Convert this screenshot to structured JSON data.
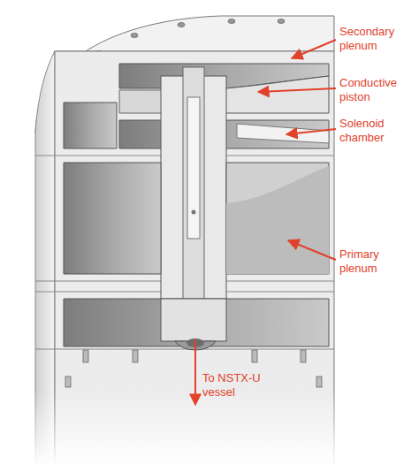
{
  "diagram": {
    "labels": [
      "Secondary plenum",
      "Conductive piston",
      "Solenoid chamber",
      "Primary plenum",
      "To NSTX-U vessel"
    ]
  }
}
